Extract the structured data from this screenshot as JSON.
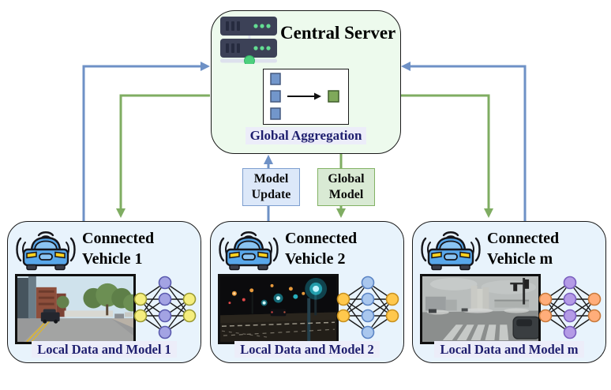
{
  "figure": {
    "server": {
      "title": "Central Server",
      "aggregation_label": "Global Aggregation",
      "icon": "server-rack-icon",
      "aggregation_diagram": {
        "input_blocks": 3,
        "output_blocks": 1,
        "input_color": "#7296CB",
        "input_stroke": "#44597F",
        "output_color": "#7FA95A",
        "output_stroke": "#3F5C2A"
      }
    },
    "links": {
      "model_update_label": "Model Update",
      "global_model_label": "Global Model",
      "upload_color": "#6E91C6",
      "download_color": "#7FAD62"
    },
    "vehicles": [
      {
        "title": "Connected Vehicle 1",
        "caption": "Local Data and Model 1",
        "scene": "daytime-city-street",
        "nn": {
          "side_fill": "#F5EE7E",
          "side_stroke": "#9A9A33",
          "mid_fill": "#A3A3E3",
          "mid_stroke": "#5A5AAE"
        }
      },
      {
        "title": "Connected Vehicle 2",
        "caption": "Local Data and Model 2",
        "scene": "night-intersection",
        "nn": {
          "side_fill": "#FFC84D",
          "side_stroke": "#C8901E",
          "mid_fill": "#A9C7EE",
          "mid_stroke": "#5B84C4"
        }
      },
      {
        "title": "Connected Vehicle m",
        "caption": "Local Data and Model m",
        "scene": "overcast-city-intersection",
        "nn": {
          "side_fill": "#FFAD7A",
          "side_stroke": "#C87A3C",
          "mid_fill": "#B49BE6",
          "mid_stroke": "#7A5FBF"
        }
      }
    ],
    "colors": {
      "server_box_bg": "#EDFAED",
      "vehicle_box_bg": "#E8F3FC",
      "caption_bg": "#ECEDF9",
      "caption_text": "#1E1E6E",
      "box_border": "#1A1A1A",
      "update_box_bg": "#DCE8F9",
      "update_box_border": "#7D9ECF",
      "global_box_bg": "#D9EAD4",
      "global_box_border": "#82B264"
    }
  }
}
